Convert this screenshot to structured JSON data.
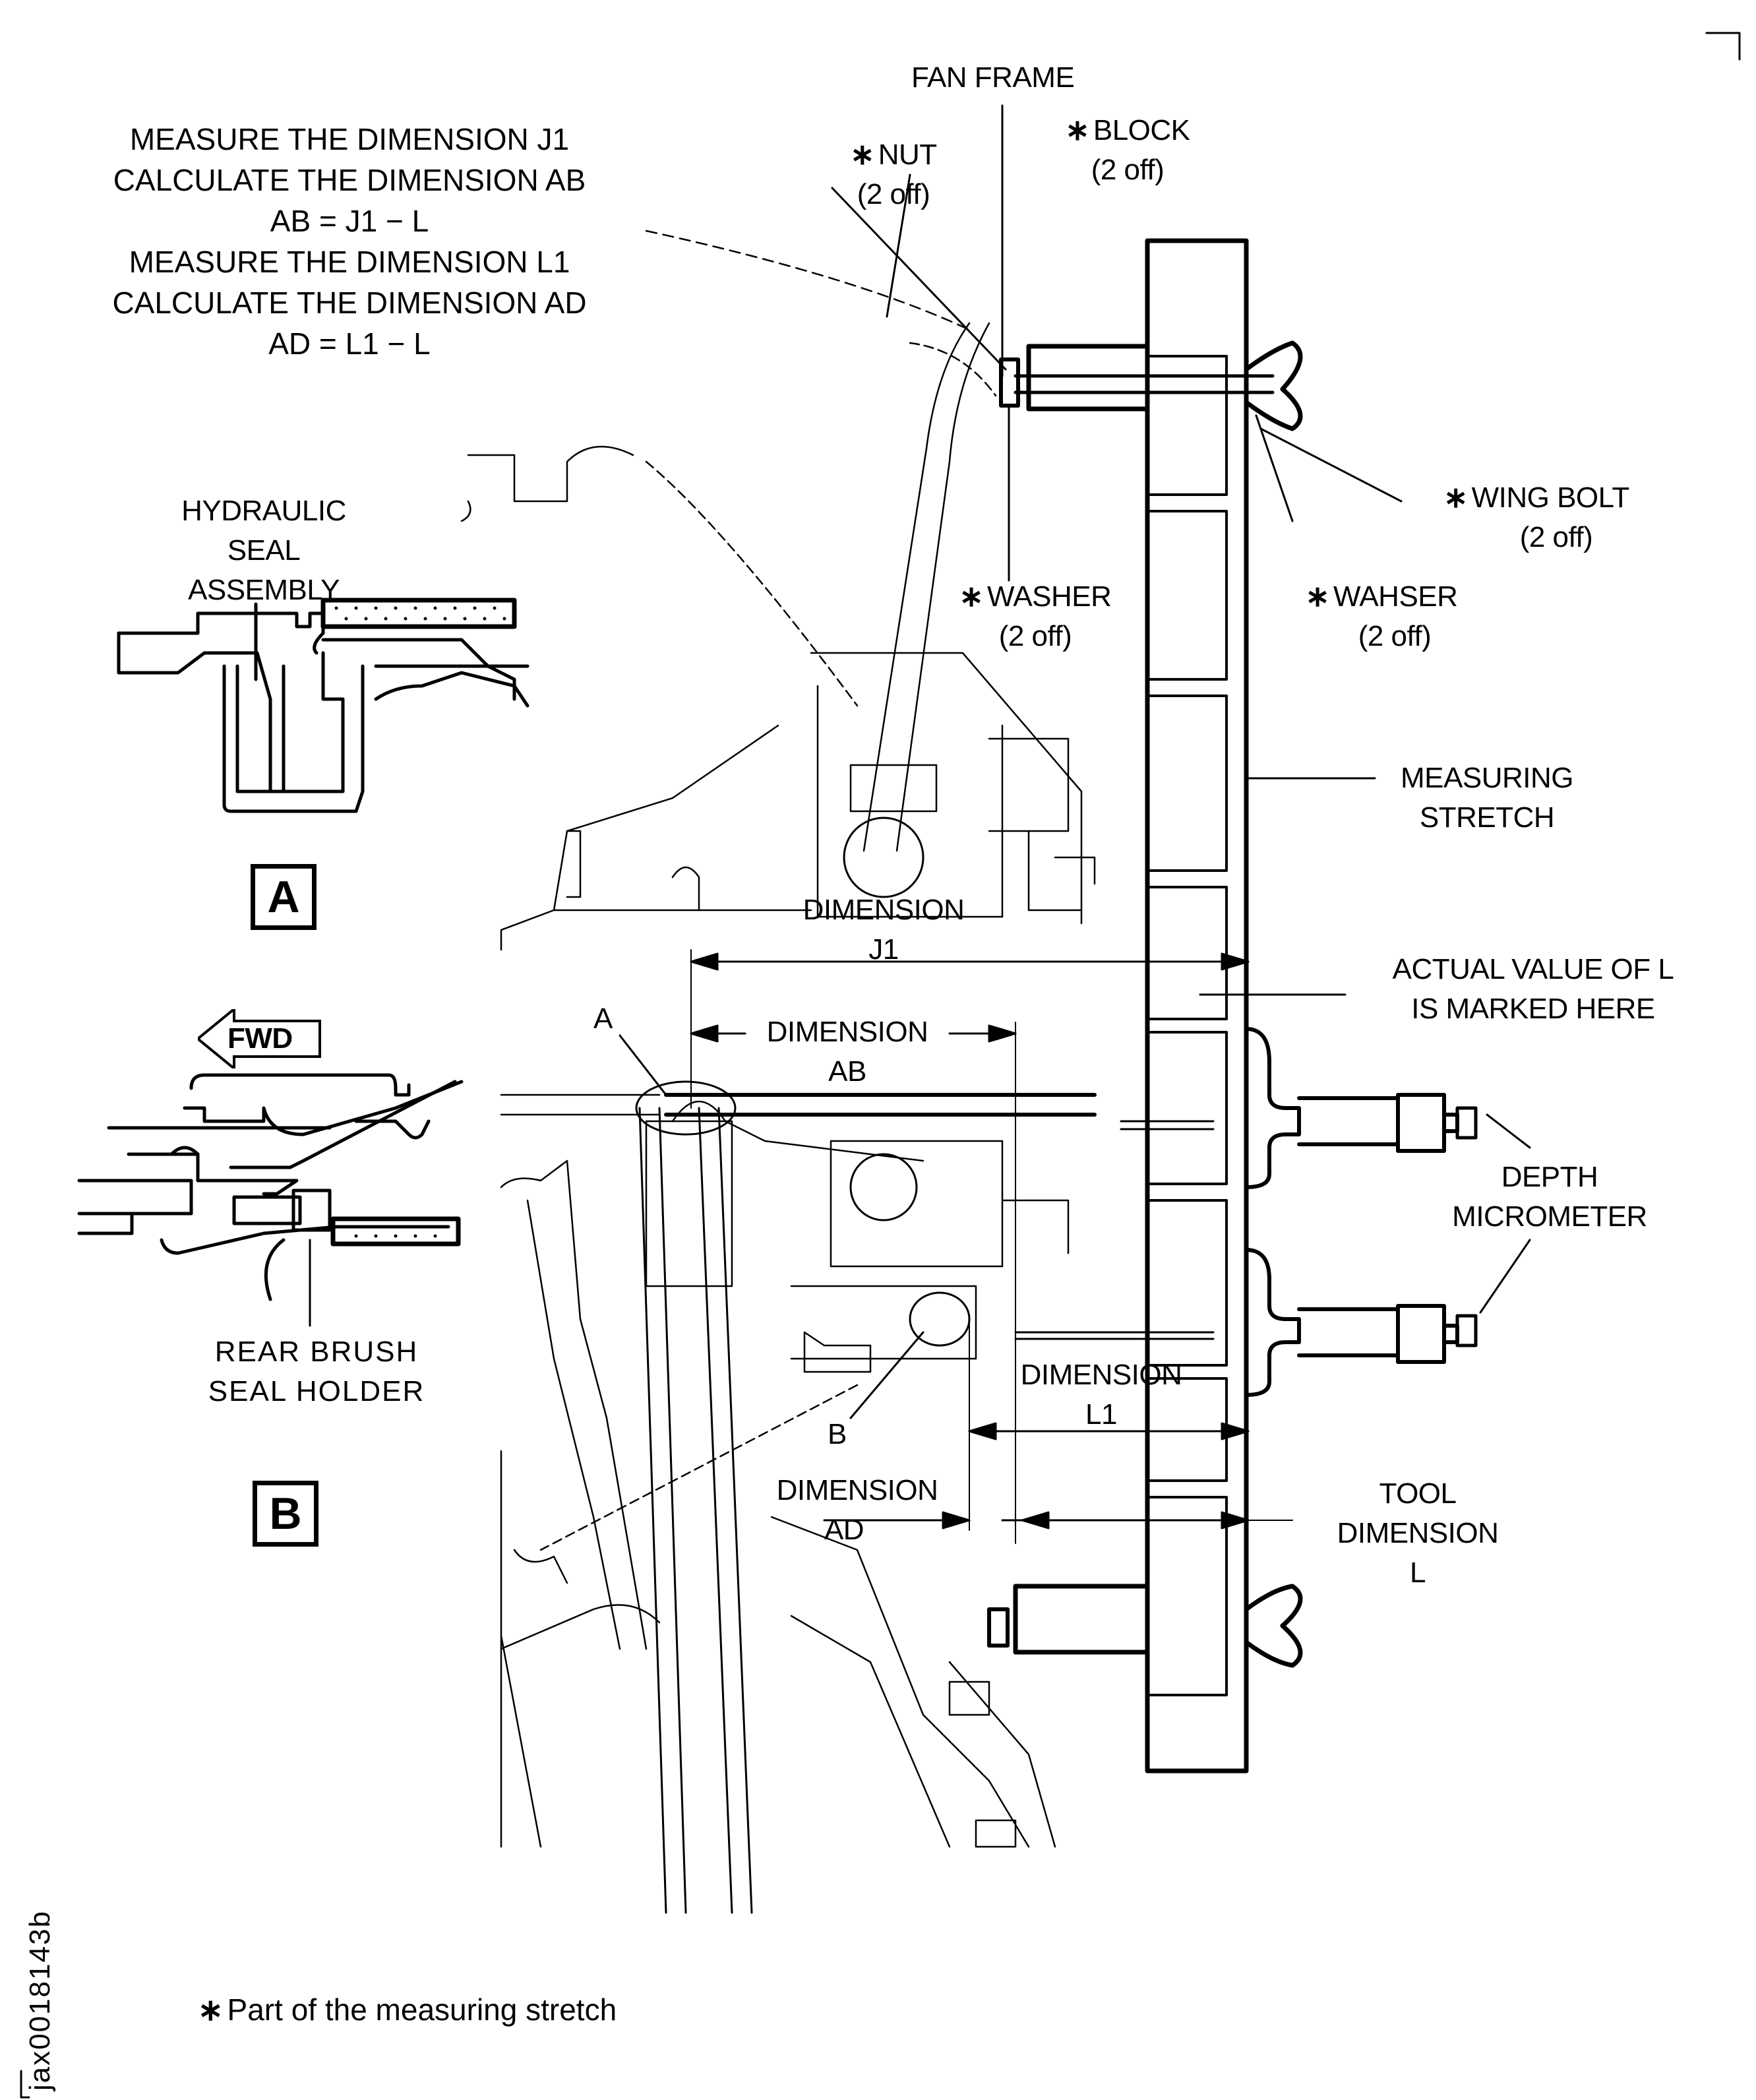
{
  "instructions": {
    "lines": [
      "MEASURE THE DIMENSION  J1",
      "CALCULATE THE DIMENSION  AB",
      "AB = J1 − L",
      "MEASURE THE DIMENSION  L1",
      "CALCULATE THE DIMENSION  AD",
      "AD = L1 − L"
    ]
  },
  "callouts": {
    "fan_frame": "FAN FRAME",
    "nut": {
      "marker": "∗",
      "name": "NUT",
      "qty": "(2 off)"
    },
    "block": {
      "marker": "∗",
      "name": "BLOCK",
      "qty": "(2 off)"
    },
    "wing_bolt": {
      "marker": "∗",
      "name": "WING BOLT",
      "qty": "(2 off)"
    },
    "washer": {
      "marker": "∗",
      "name": "WASHER",
      "qty": "(2  off)"
    },
    "wahser": {
      "marker": "∗",
      "name": "WAHSER",
      "qty": "(2 off)"
    },
    "measuring_stretch": [
      "MEASURING",
      "STRETCH"
    ],
    "actual_value": [
      "ACTUAL VALUE OF  L",
      "IS MARKED HERE"
    ],
    "depth_micrometer": [
      "DEPTH",
      "MICROMETER"
    ],
    "tool_dimension": [
      "TOOL",
      "DIMENSION",
      "L"
    ]
  },
  "dimensions": {
    "j1": [
      "DIMENSION",
      "J1"
    ],
    "ab": [
      "DIMENSION",
      "AB"
    ],
    "l1": [
      "DIMENSION",
      "L1"
    ],
    "ad": [
      "DIMENSION",
      "AD"
    ]
  },
  "detail_refs": {
    "a": "A",
    "b": "B"
  },
  "detail_a": {
    "title": [
      "HYDRAULIC",
      "SEAL",
      "ASSEMBLY"
    ],
    "label": "A"
  },
  "detail_b": {
    "title": [
      "REAR  BRUSH",
      "SEAL  HOLDER"
    ],
    "label": "B"
  },
  "fwd_arrow": "FWD",
  "footnote": {
    "marker": "∗",
    "text": "Part of the measuring stretch"
  },
  "figure_id": "jax0018143b"
}
